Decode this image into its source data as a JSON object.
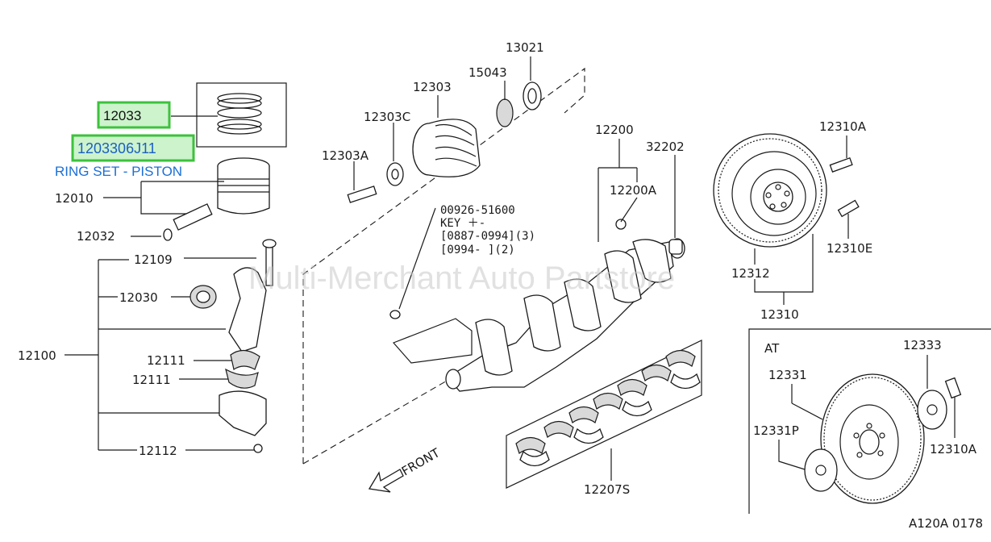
{
  "watermark": "Multi-Merchant Auto Partstore",
  "highlight": {
    "part_12033": "12033",
    "part_number": "1203306J11",
    "description": "RING SET - PISTON",
    "accent_border": "#3cc23c",
    "accent_fill": "#ccf3cc",
    "link_color": "#1a6fd6"
  },
  "labels": {
    "p13021": "13021",
    "p15043": "15043",
    "p12303": "12303",
    "p12303c": "12303C",
    "p12303a": "12303A",
    "p12010": "12010",
    "p12032": "12032",
    "p12109": "12109",
    "p12030": "12030",
    "p12100": "12100",
    "p12111a": "12111",
    "p12111b": "12111",
    "p12112": "12112",
    "p12200": "12200",
    "p32202": "32202",
    "p12200a": "12200A",
    "p12310a_top": "12310A",
    "p12310e": "12310E",
    "p12312": "12312",
    "p12310": "12310",
    "p12207s": "12207S",
    "front": "FRONT",
    "at": "AT",
    "p12333": "12333",
    "p12331": "12331",
    "p12331p": "12331P",
    "p12310a_bot": "12310A",
    "code": "A120A 0178"
  },
  "key_note": {
    "line1": "00926-51600",
    "line2": "KEY  ＋-",
    "line3": "[0887-0994](3)",
    "line4": "[0994-      ](2)"
  }
}
